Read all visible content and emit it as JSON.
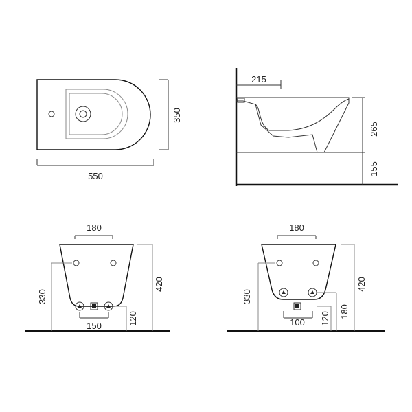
{
  "top_view": {
    "width": "550",
    "depth": "350"
  },
  "side_view": {
    "wall_offset": "215",
    "height": "265",
    "floor_clearance": "155"
  },
  "front_view_left": {
    "top_width": "180",
    "fixing_height": "330",
    "total_height": "420",
    "bottom_height": "120",
    "hole_spacing": "150"
  },
  "front_view_right": {
    "top_width": "180",
    "fixing_height": "330",
    "total_height": "420",
    "bottom_height": "120",
    "inlet_height": "180",
    "hole_spacing": "100"
  }
}
